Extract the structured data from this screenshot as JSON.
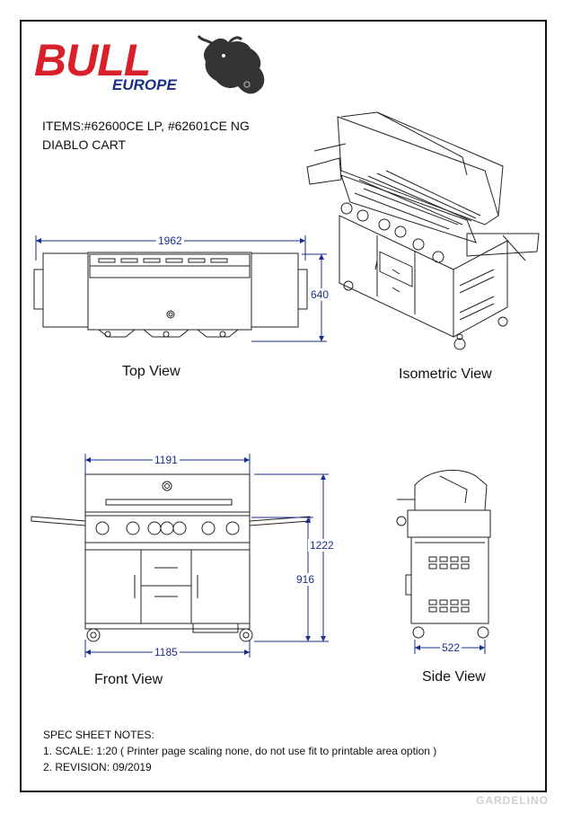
{
  "logo": {
    "brand": "BULL",
    "region": "EUROPE"
  },
  "header": {
    "items_line": "ITEMS:#62600CE LP, #62601CE NG",
    "product_name": "DIABLO CART"
  },
  "views": {
    "top": {
      "label": "Top View",
      "width": "1962",
      "depth": "640"
    },
    "isometric": {
      "label": "Isometric View"
    },
    "front": {
      "label": "Front View",
      "top_width": "1191",
      "bottom_width": "1185",
      "height_total": "1222",
      "height_cart": "916"
    },
    "side": {
      "label": "Side View",
      "width": "522"
    }
  },
  "notes": {
    "title": "SPEC SHEET NOTES:",
    "line1": "1. SCALE: 1:20 (  Printer page scaling none, do not use fit to printable area option )",
    "line2": "2. REVISION: 09/2019"
  },
  "watermark": "GARDELINO",
  "colors": {
    "brand_red": "#d9202a",
    "brand_blue": "#1a2f8a",
    "dimension_blue": "#1a2f8a"
  }
}
